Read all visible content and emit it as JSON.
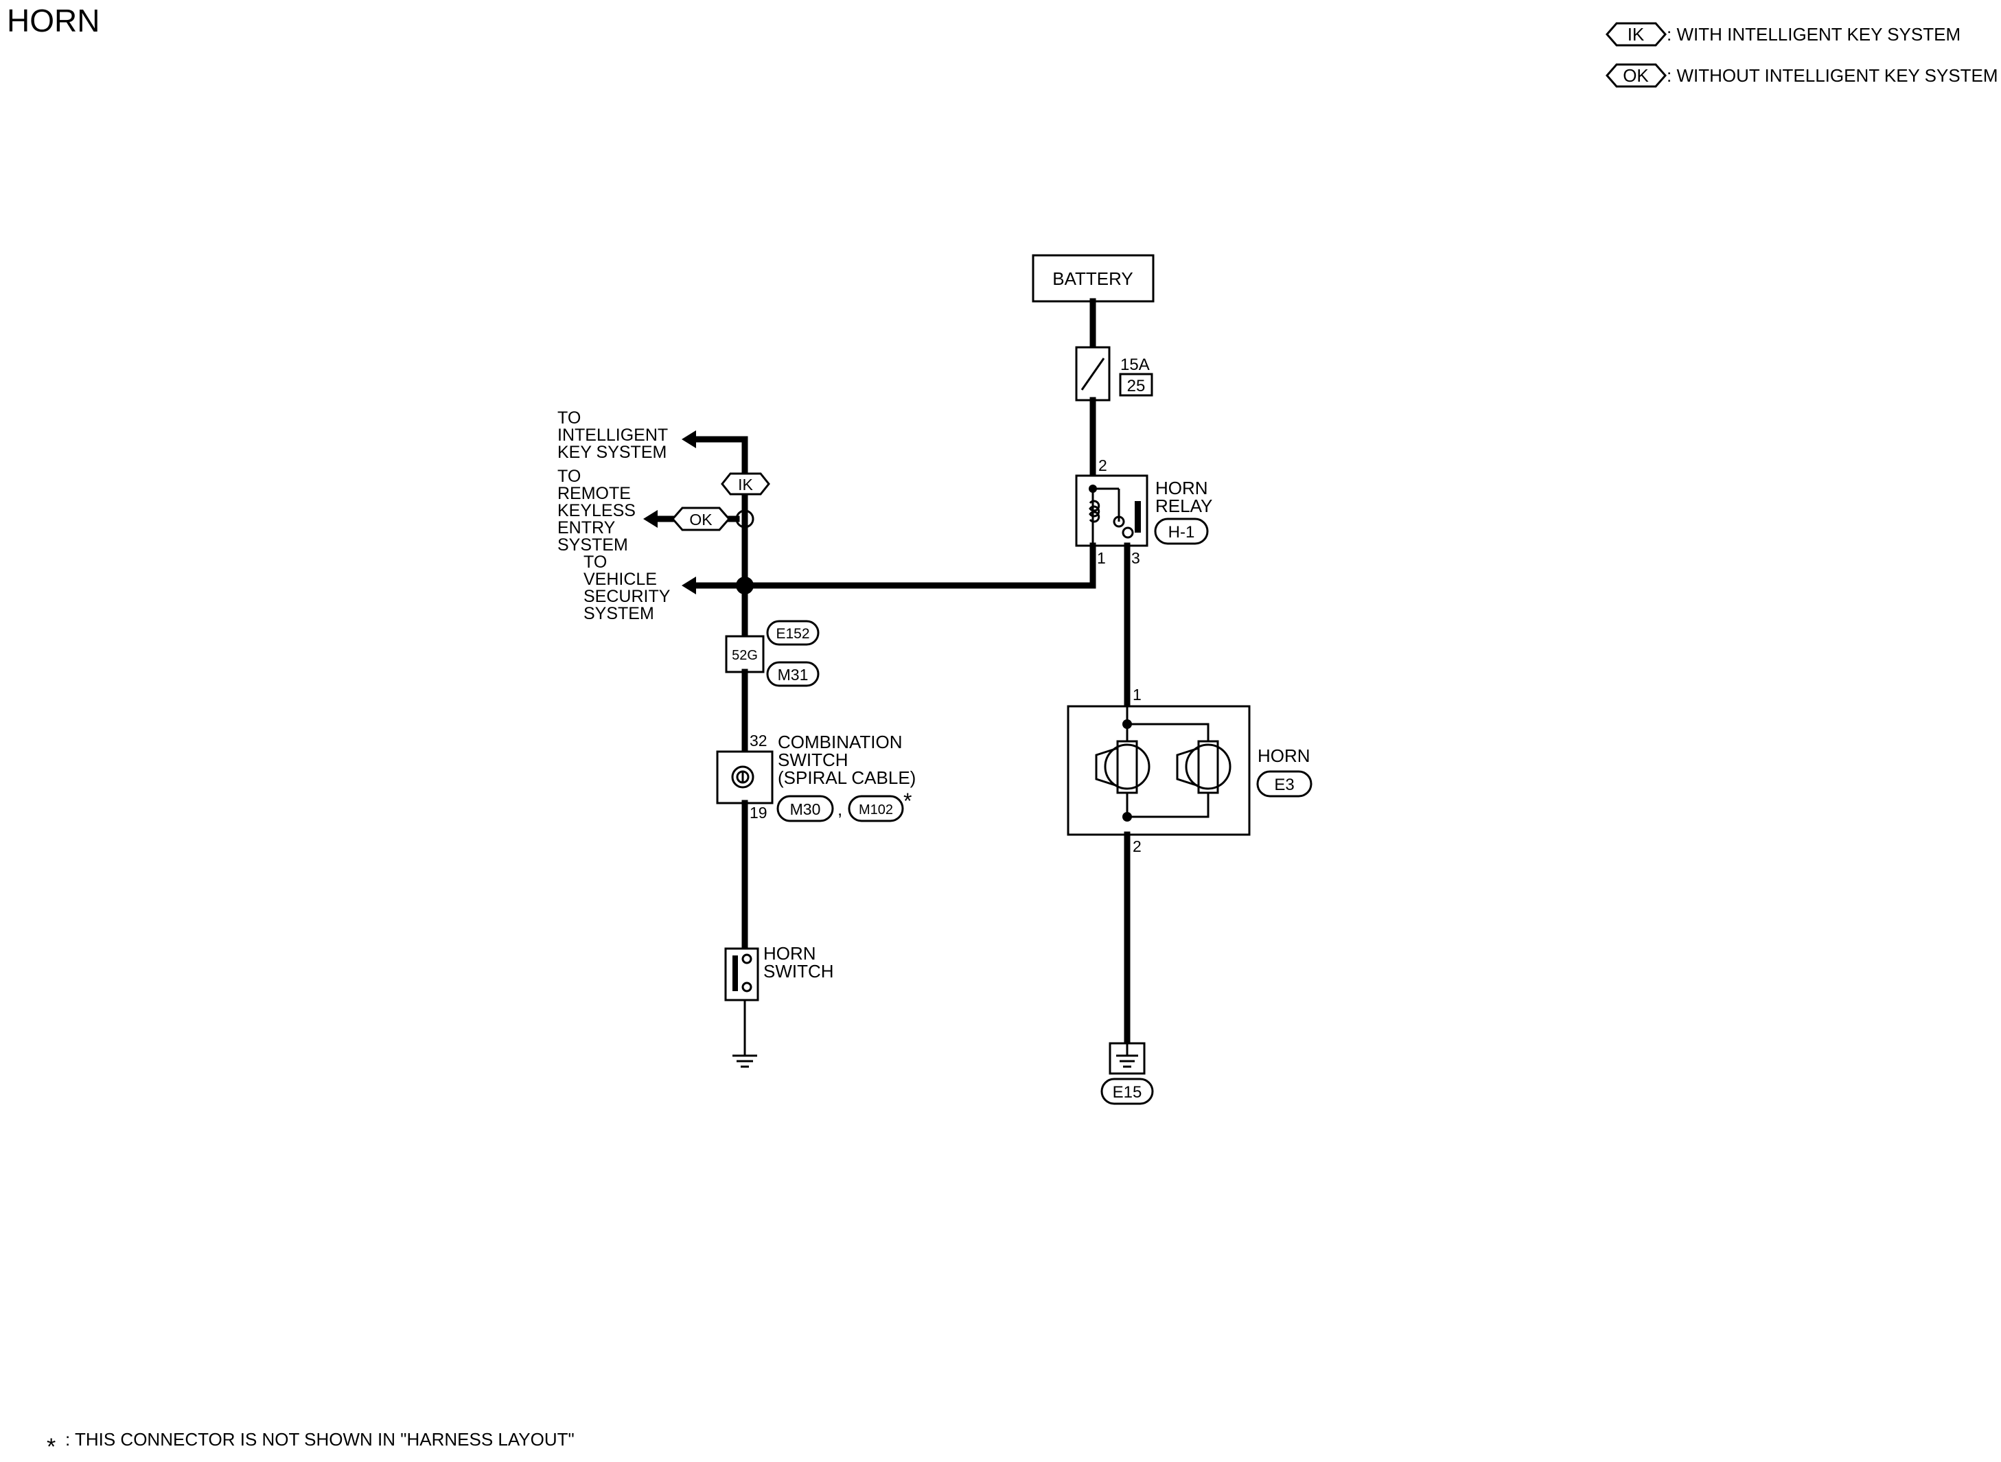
{
  "title": "HORN",
  "legend": {
    "ik_tag": "IK",
    "ik_text": ": WITH INTELLIGENT KEY SYSTEM",
    "ok_tag": "OK",
    "ok_text": ": WITHOUT INTELLIGENT KEY SYSTEM"
  },
  "battery": {
    "label": "BATTERY"
  },
  "fuse": {
    "rating": "15A",
    "number": "25"
  },
  "relay": {
    "label_line1": "HORN",
    "label_line2": "RELAY",
    "connector": "H-1",
    "pin_top": "2",
    "pin_bottom_left": "1",
    "pin_bottom_right": "3"
  },
  "branches": {
    "ik_tag": "IK",
    "ok_tag": "OK",
    "intelligent": [
      "TO",
      "INTELLIGENT",
      "KEY SYSTEM"
    ],
    "remote": [
      "TO",
      "REMOTE",
      "KEYLESS",
      "ENTRY",
      "SYSTEM"
    ],
    "security": [
      "TO",
      "VEHICLE",
      "SECURITY",
      "SYSTEM"
    ]
  },
  "harness": {
    "terminal": "52G",
    "connector_top": "E152",
    "connector_bottom": "M31"
  },
  "combination_switch": {
    "label_line1": "COMBINATION",
    "label_line2": "SWITCH",
    "label_line3": "(SPIRAL CABLE)",
    "pin_top": "32",
    "pin_bottom": "19",
    "connector1": "M30",
    "separator": ",",
    "connector2": "M102",
    "asterisk": "*"
  },
  "horn_switch": {
    "label_line1": "HORN",
    "label_line2": "SWITCH"
  },
  "horn": {
    "label": "HORN",
    "connector": "E3",
    "pin_top": "1",
    "pin_bottom": "2"
  },
  "ground": {
    "connector": "E15"
  },
  "footnote": {
    "symbol": "*",
    "text": ": THIS CONNECTOR IS NOT SHOWN IN \"HARNESS LAYOUT\""
  }
}
